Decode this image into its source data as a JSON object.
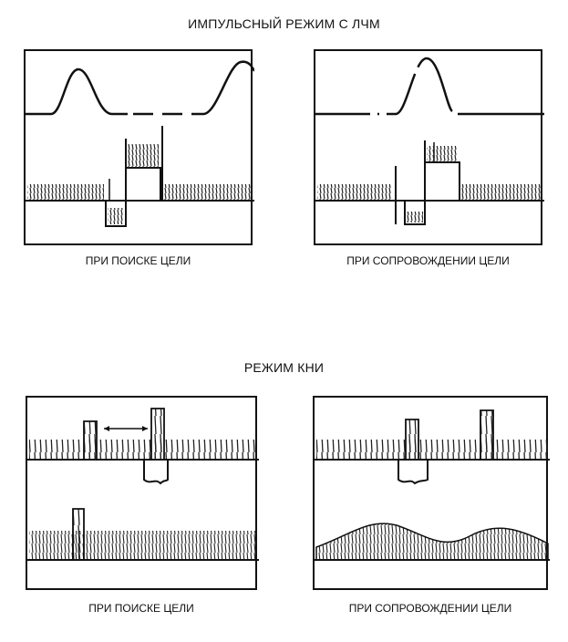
{
  "sections": {
    "pulse": {
      "title": "ИМПУЛЬСНЫЙ РЕЖИМ С ЛЧМ"
    },
    "cw": {
      "title": "РЕЖИМ КНИ"
    }
  },
  "captions": {
    "pulse_search": "ПРИ ПОИСКЕ ЦЕЛИ",
    "pulse_track": "ПРИ СОПРОВОЖДЕНИИ ЦЕЛИ",
    "cw_search": "ПРИ ПОИСКЕ ЦЕЛИ",
    "cw_track": "ПРИ СОПРОВОЖДЕНИИ ЦЕЛИ"
  },
  "colors": {
    "ink": "#111111",
    "paper": "#ffffff"
  }
}
